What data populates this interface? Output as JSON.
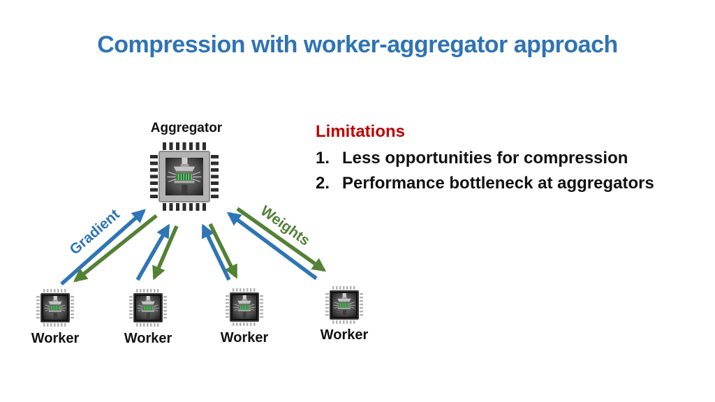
{
  "slide": {
    "title": "Compression with worker-aggregator approach"
  },
  "diagram": {
    "aggregator": {
      "label": "Aggregator",
      "icon": "chip-compression-icon"
    },
    "workers": [
      {
        "label": "Worker",
        "icon": "chip-compression-icon"
      },
      {
        "label": "Worker",
        "icon": "chip-compression-icon"
      },
      {
        "label": "Worker",
        "icon": "chip-compression-icon"
      },
      {
        "label": "Worker",
        "icon": "chip-compression-icon"
      }
    ],
    "arrows": {
      "gradient_label": "Gradient",
      "weights_label": "Weights",
      "gradient_color": "#2E75B6",
      "weights_color": "#538135"
    }
  },
  "limitations": {
    "heading": "Limitations",
    "heading_color": "#C00000",
    "items": [
      {
        "number": "1.",
        "text": "Less opportunities for compression"
      },
      {
        "number": "2.",
        "text": "Performance bottleneck at aggregators"
      }
    ]
  },
  "colors": {
    "title": "#2E74B5",
    "background": "#FFFFFF"
  }
}
